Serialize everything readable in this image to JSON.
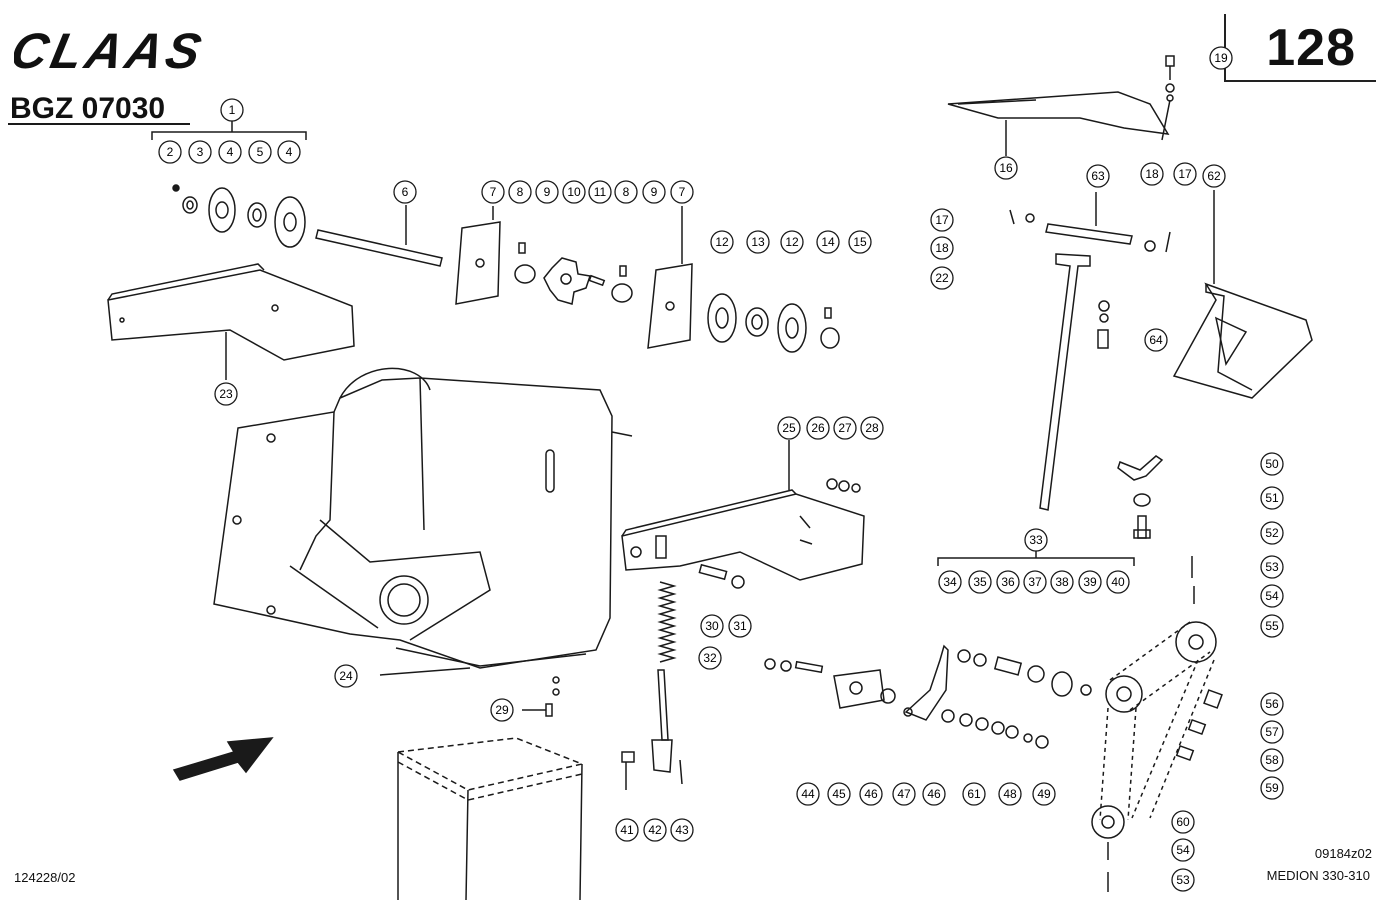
{
  "brand": "CLAAS",
  "page_number": "128",
  "group_code": "BGZ 07030",
  "drawing_number_left": "124228/02",
  "drawing_number_right": "09184z02",
  "machine_model": "MEDION 330-310",
  "callouts": [
    "1",
    "2",
    "3",
    "4",
    "5",
    "4",
    "6",
    "7",
    "8",
    "9",
    "10",
    "11",
    "8",
    "9",
    "7",
    "12",
    "13",
    "12",
    "14",
    "15",
    "16",
    "17",
    "18",
    "19",
    "17",
    "18",
    "22",
    "23",
    "24",
    "25",
    "26",
    "27",
    "28",
    "29",
    "30",
    "31",
    "32",
    "33",
    "34",
    "35",
    "36",
    "37",
    "38",
    "39",
    "40",
    "41",
    "42",
    "43",
    "44",
    "45",
    "46",
    "47",
    "46",
    "61",
    "48",
    "49",
    "50",
    "51",
    "52",
    "53",
    "54",
    "55",
    "56",
    "57",
    "58",
    "59",
    "60",
    "54",
    "53",
    "62",
    "63",
    "64"
  ]
}
